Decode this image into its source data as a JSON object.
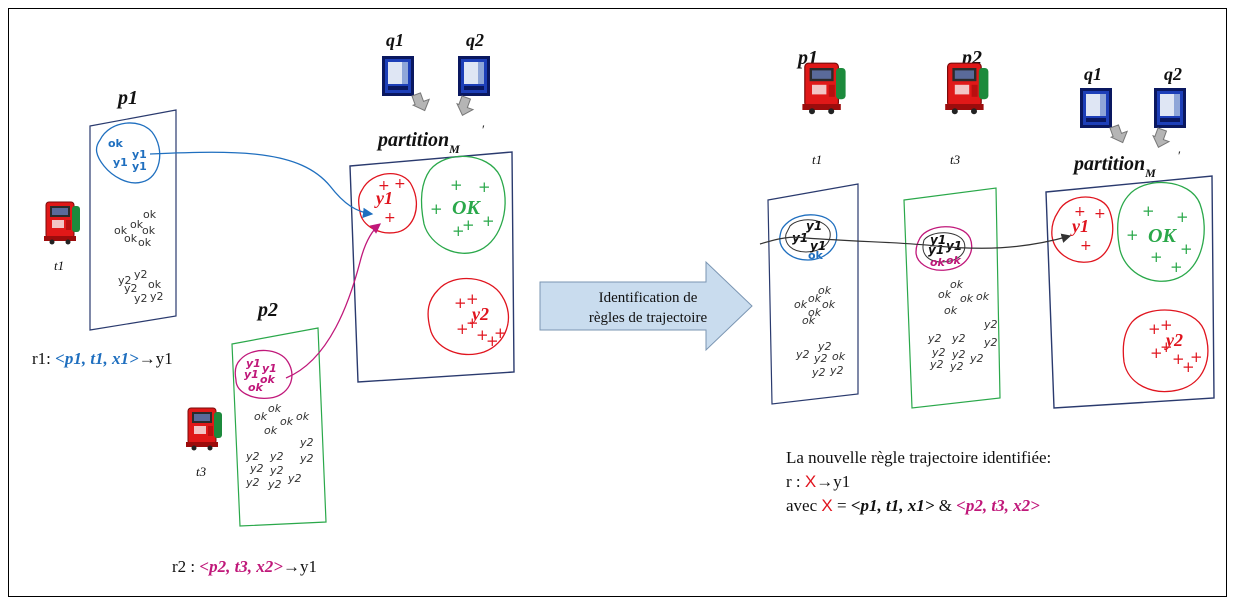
{
  "colors": {
    "blue": "#1f6fbf",
    "magenta": "#c0187a",
    "red": "#e0141e",
    "green": "#2aa84a",
    "navy": "#2a3a6e",
    "arrow_fill": "#c9dcee"
  },
  "left": {
    "p1": "p1",
    "p2": "p2",
    "t1": "t1",
    "t3": "t3",
    "q1": "q1",
    "q2": "q2",
    "partition": "partition",
    "partition_sub": "M",
    "partition_prime": "′",
    "r1_prefix": "r1: ",
    "r1_tuple": "<p1, t1, x1>",
    "r1_result": "→y1",
    "r2_prefix": "r2 : ",
    "r2_tuple": "<p2, t3, x2>",
    "r2_result": "→y1"
  },
  "panel1": {
    "cluster": [
      "ok",
      "y1",
      "y1",
      "y1"
    ],
    "ok_marks": [
      "ok",
      "ok",
      "ok",
      "ok",
      "ok",
      "ok"
    ],
    "y2_marks": [
      "y2",
      "y2",
      "y2",
      "ok",
      "y2",
      "y2"
    ]
  },
  "panel2": {
    "cluster": [
      "y1",
      "y1",
      "y1",
      "ok",
      "ok"
    ],
    "ok_marks": [
      "ok",
      "ok",
      "ok",
      "ok",
      "ok"
    ],
    "y2_marks": [
      "y2",
      "y2",
      "y2",
      "y2",
      "y2",
      "y2",
      "y2",
      "y2",
      "y2"
    ]
  },
  "partition_labels": {
    "y1": "y1",
    "ok": "OK",
    "y2": "y2",
    "plus": "+"
  },
  "arrow_label_line1": "Identification de",
  "arrow_label_line2": "règles de trajectoire",
  "right": {
    "p1": "p1",
    "p2": "p2",
    "t1": "t1",
    "t3": "t3",
    "q1": "q1",
    "q2": "q2"
  },
  "rule_text": {
    "line1": "La nouvelle règle trajectoire identifiée:",
    "line2_prefix": "r : ",
    "line2_x": "X",
    "line2_suffix": "→y1",
    "line3_prefix": "avec ",
    "line3_x": "X",
    "line3_eq": " = ",
    "line3_tuple1": "<p1, t1, x1>",
    "line3_amp": " & ",
    "line3_tuple2": "<p2, t3, x2>"
  }
}
